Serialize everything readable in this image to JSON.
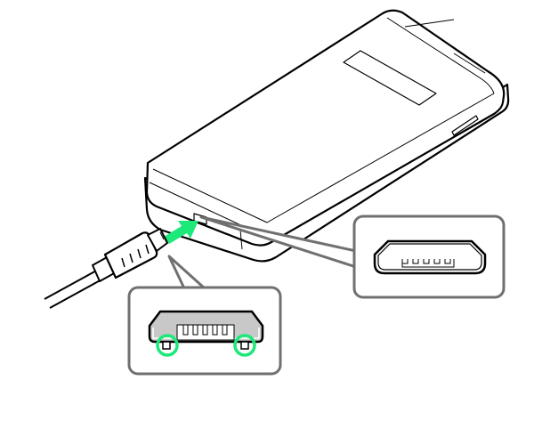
{
  "figure": {
    "subject": "flip-phone-micro-usb-connection",
    "icons": {
      "phone": "flip-phone-icon",
      "cable": "micro-usb-cable-icon",
      "arrow": "insert-arrow-icon",
      "port_callout": "phone-port-callout",
      "plug_callout": "plug-callout"
    },
    "colors": {
      "outline": "#000000",
      "callout_border": "#707070",
      "accent_green": "#1de87a",
      "plug_fill": "#c8c8c8",
      "background": "#ffffff"
    },
    "plug_pin_count": 5,
    "port_pin_count": 5,
    "highlighted_hooks": 2
  }
}
